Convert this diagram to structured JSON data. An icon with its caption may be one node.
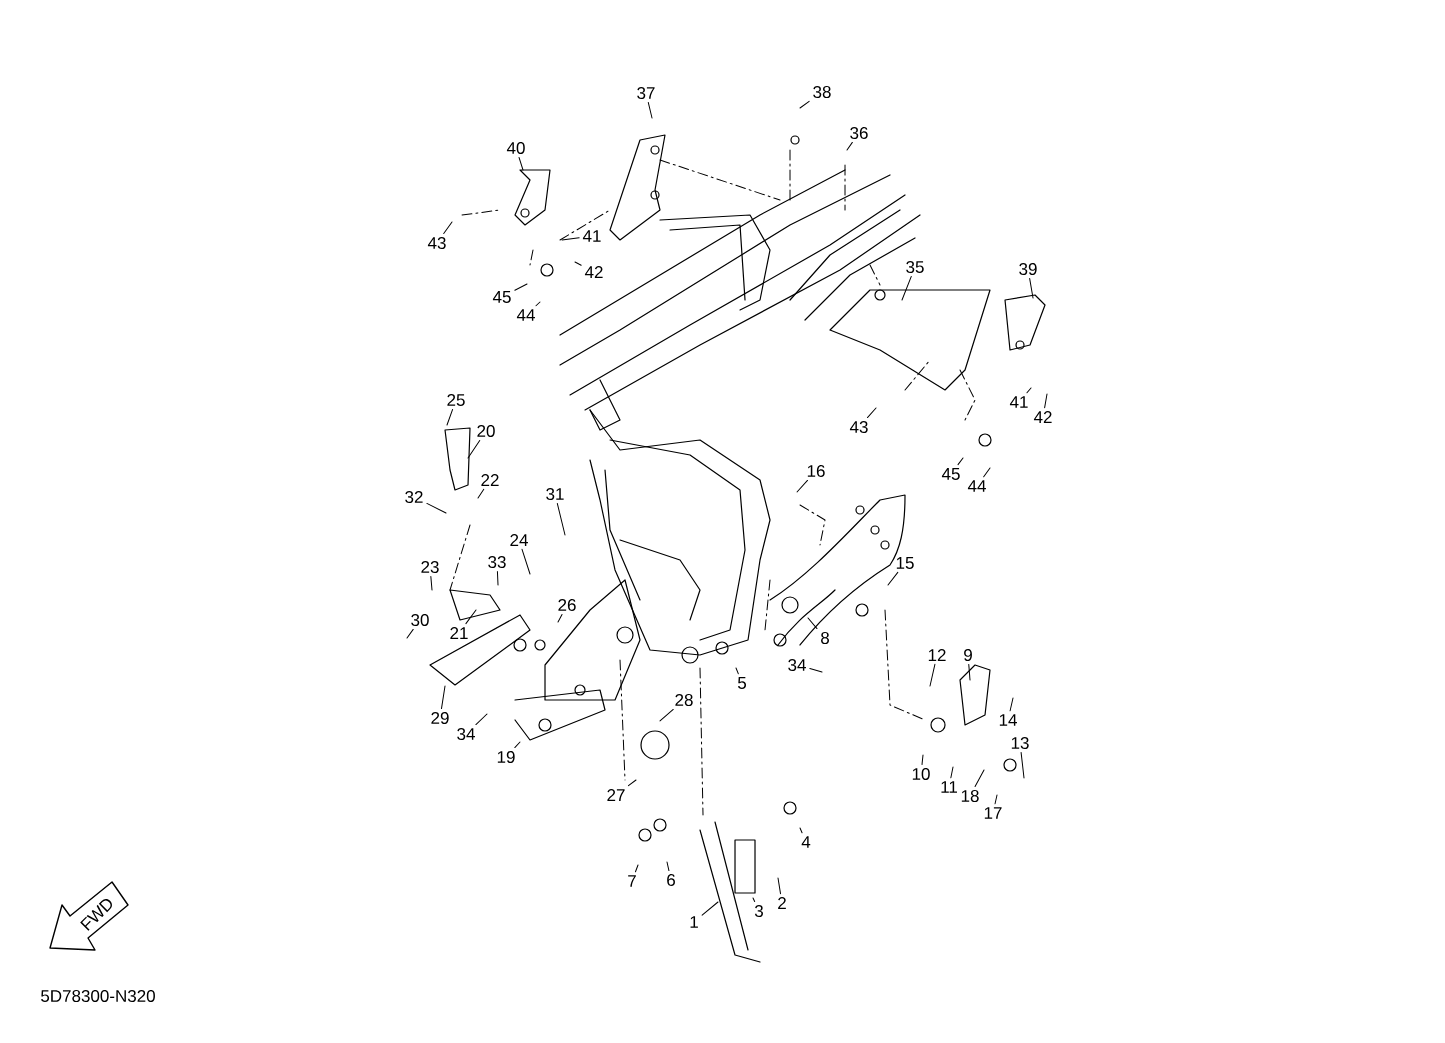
{
  "diagram": {
    "nodes": [
      {
        "text": [
          "37"
        ]
      },
      {
        "text": [
          "38"
        ]
      },
      {
        "text": [
          "36"
        ]
      },
      {
        "text": [
          "40"
        ]
      },
      {
        "text": [
          "43"
        ]
      },
      {
        "text": [
          "41"
        ]
      },
      {
        "text": [
          "42"
        ]
      },
      {
        "text": [
          "45"
        ]
      },
      {
        "text": [
          "44"
        ]
      },
      {
        "text": [
          "35"
        ]
      },
      {
        "text": [
          "39"
        ]
      },
      {
        "text": [
          "43"
        ]
      },
      {
        "text": [
          "41"
        ]
      },
      {
        "text": [
          "42"
        ]
      },
      {
        "text": [
          "45"
        ]
      },
      {
        "text": [
          "44"
        ]
      },
      {
        "text": [
          "25"
        ]
      },
      {
        "text": [
          "20"
        ]
      },
      {
        "text": [
          "22"
        ]
      },
      {
        "text": [
          "32"
        ]
      },
      {
        "text": [
          "31"
        ]
      },
      {
        "text": [
          "24"
        ]
      },
      {
        "text": [
          "33"
        ]
      },
      {
        "text": [
          "23"
        ]
      },
      {
        "text": [
          "21"
        ]
      },
      {
        "text": [
          "30"
        ]
      },
      {
        "text": [
          "26"
        ]
      },
      {
        "text": [
          "29"
        ]
      },
      {
        "text": [
          "34"
        ]
      },
      {
        "text": [
          "19"
        ]
      },
      {
        "text": [
          "28"
        ]
      },
      {
        "text": [
          "27"
        ]
      },
      {
        "text": [
          "5"
        ]
      },
      {
        "text": [
          "16"
        ]
      },
      {
        "text": [
          "15"
        ]
      },
      {
        "text": [
          "8"
        ]
      },
      {
        "text": [
          "34"
        ]
      },
      {
        "text": [
          "12"
        ]
      },
      {
        "text": [
          "9"
        ]
      },
      {
        "text": [
          "14"
        ]
      },
      {
        "text": [
          "13"
        ]
      },
      {
        "text": [
          "10"
        ]
      },
      {
        "text": [
          "11"
        ]
      },
      {
        "text": [
          "18"
        ]
      },
      {
        "text": [
          "17"
        ]
      },
      {
        "text": [
          "4"
        ]
      },
      {
        "text": [
          "7"
        ]
      },
      {
        "text": [
          "6"
        ]
      },
      {
        "text": [
          "1"
        ]
      },
      {
        "text": [
          "3"
        ]
      },
      {
        "text": [
          "2"
        ]
      }
    ],
    "edges": [
      {
        "from": 0,
        "to": null,
        "arrow": "none"
      },
      {
        "from": 1,
        "to": null,
        "arrow": "none"
      },
      {
        "from": 2,
        "to": null,
        "arrow": "none"
      },
      {
        "from": 3,
        "to": null,
        "arrow": "none"
      },
      {
        "from": 4,
        "to": null,
        "arrow": "none"
      },
      {
        "from": 5,
        "to": null,
        "arrow": "none"
      },
      {
        "from": 6,
        "to": null,
        "arrow": "none"
      },
      {
        "from": 7,
        "to": null,
        "arrow": "none"
      },
      {
        "from": 8,
        "to": null,
        "arrow": "none"
      },
      {
        "from": 9,
        "to": null,
        "arrow": "none"
      },
      {
        "from": 10,
        "to": null,
        "arrow": "none"
      },
      {
        "from": 11,
        "to": null,
        "arrow": "none"
      },
      {
        "from": 12,
        "to": null,
        "arrow": "none"
      },
      {
        "from": 13,
        "to": null,
        "arrow": "none"
      },
      {
        "from": 14,
        "to": null,
        "arrow": "none"
      },
      {
        "from": 15,
        "to": null,
        "arrow": "none"
      },
      {
        "from": 16,
        "to": null,
        "arrow": "none"
      },
      {
        "from": 17,
        "to": null,
        "arrow": "none"
      },
      {
        "from": 18,
        "to": null,
        "arrow": "none"
      },
      {
        "from": 19,
        "to": null,
        "arrow": "none"
      },
      {
        "from": 20,
        "to": null,
        "arrow": "none"
      },
      {
        "from": 21,
        "to": null,
        "arrow": "none"
      },
      {
        "from": 22,
        "to": null,
        "arrow": "none"
      },
      {
        "from": 23,
        "to": null,
        "arrow": "none"
      },
      {
        "from": 24,
        "to": null,
        "arrow": "none"
      },
      {
        "from": 25,
        "to": null,
        "arrow": "none"
      },
      {
        "from": 26,
        "to": null,
        "arrow": "none"
      },
      {
        "from": 27,
        "to": null,
        "arrow": "none"
      },
      {
        "from": 28,
        "to": null,
        "arrow": "none"
      },
      {
        "from": 29,
        "to": null,
        "arrow": "none"
      },
      {
        "from": 30,
        "to": null,
        "arrow": "none"
      },
      {
        "from": 31,
        "to": null,
        "arrow": "none"
      },
      {
        "from": 32,
        "to": null,
        "arrow": "none"
      },
      {
        "from": 33,
        "to": null,
        "arrow": "none"
      },
      {
        "from": 34,
        "to": null,
        "arrow": "none"
      },
      {
        "from": 35,
        "to": null,
        "arrow": "none"
      },
      {
        "from": 36,
        "to": null,
        "arrow": "none"
      },
      {
        "from": 37,
        "to": null,
        "arrow": "none"
      },
      {
        "from": 38,
        "to": null,
        "arrow": "none"
      },
      {
        "from": 39,
        "to": null,
        "arrow": "none"
      },
      {
        "from": 40,
        "to": null,
        "arrow": "none"
      },
      {
        "from": 41,
        "to": null,
        "arrow": "none"
      },
      {
        "from": 42,
        "to": null,
        "arrow": "none"
      },
      {
        "from": 43,
        "to": null,
        "arrow": "none"
      },
      {
        "from": 44,
        "to": null,
        "arrow": "none"
      },
      {
        "from": 45,
        "to": null,
        "arrow": "none"
      },
      {
        "from": 46,
        "to": null,
        "arrow": "none"
      },
      {
        "from": 47,
        "to": null,
        "arrow": "none"
      },
      {
        "from": 48,
        "to": null,
        "arrow": "none"
      },
      {
        "from": 49,
        "to": null,
        "arrow": "none"
      },
      {
        "from": 50,
        "to": null,
        "arrow": "none"
      }
    ],
    "labels": [
      "FWD",
      "5D78300-N320"
    ]
  }
}
